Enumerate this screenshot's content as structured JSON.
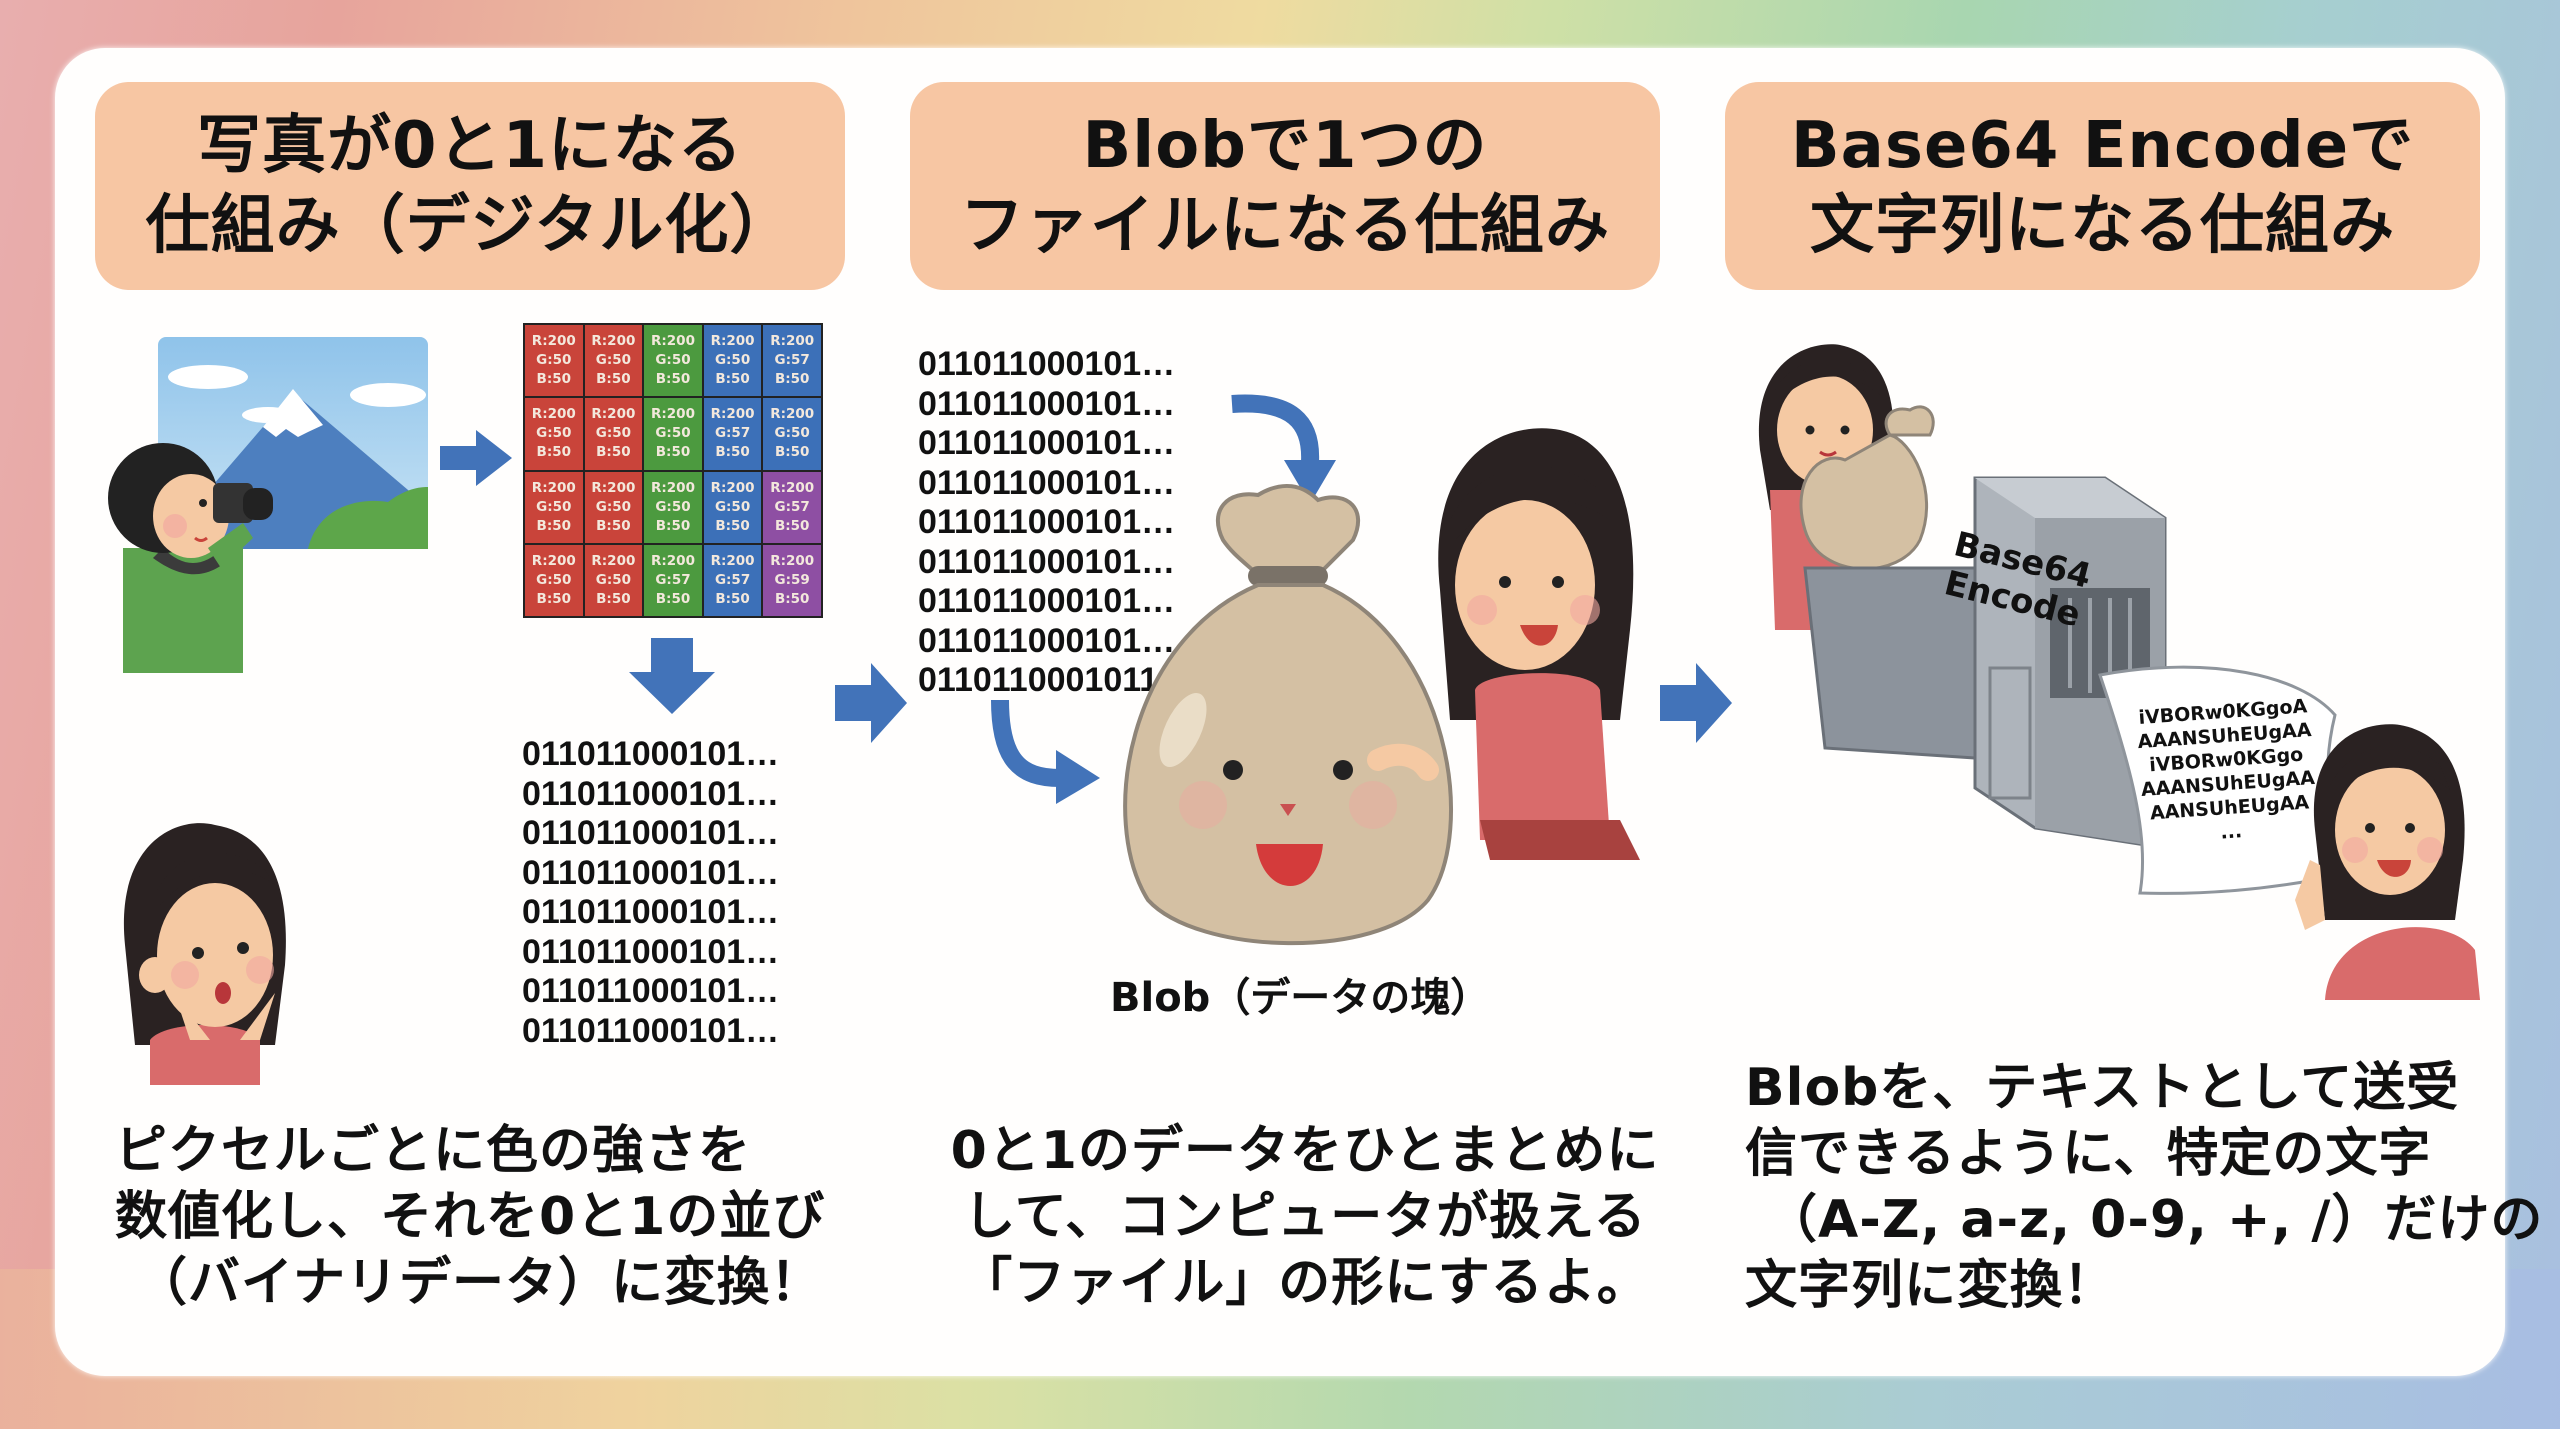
{
  "colors": {
    "header_bg": "#f7c6a3",
    "arrow_blue": "#4273b9",
    "card_bg": "#fffefd",
    "pixel_red": "#c9443a",
    "pixel_green": "#4c9a3f",
    "pixel_blue": "#3c70b8",
    "pixel_purple": "#8e4fa3"
  },
  "columns": [
    {
      "header_lines": [
        "写真が0と1になる",
        "仕組み（デジタル化）"
      ],
      "description_lines": [
        "ピクセルごとに色の強さを",
        "数値化し、それを0と1の並び",
        "（バイナリデータ）に変換！"
      ]
    },
    {
      "header_lines": [
        "Blobで1つの",
        "ファイルになる仕組み"
      ],
      "description_lines": [
        "0と1のデータをひとまとめに",
        "して、コンピュータが扱える",
        "「ファイル」の形にするよ。"
      ]
    },
    {
      "header_lines": [
        "Base64 Encodeで",
        "文字列になる仕組み"
      ],
      "description_lines": [
        "Blobを、テキストとして送受",
        "信できるように、特定の文字",
        "（A-Z, a-z, 0-9, +, /）だけの",
        "文字列に変換！"
      ]
    }
  ],
  "pixel_grid": {
    "rows": [
      [
        {
          "r": "R:200",
          "g": "G:50",
          "b": "B:50",
          "color": "red"
        },
        {
          "r": "R:200",
          "g": "G:50",
          "b": "B:50",
          "color": "red"
        },
        {
          "r": "R:200",
          "g": "G:50",
          "b": "B:50",
          "color": "green"
        },
        {
          "r": "R:200",
          "g": "G:50",
          "b": "B:50",
          "color": "blue"
        },
        {
          "r": "R:200",
          "g": "G:57",
          "b": "B:50",
          "color": "blue"
        }
      ],
      [
        {
          "r": "R:200",
          "g": "G:50",
          "b": "B:50",
          "color": "red"
        },
        {
          "r": "R:200",
          "g": "G:50",
          "b": "B:50",
          "color": "red"
        },
        {
          "r": "R:200",
          "g": "G:50",
          "b": "B:50",
          "color": "green"
        },
        {
          "r": "R:200",
          "g": "G:57",
          "b": "B:50",
          "color": "blue"
        },
        {
          "r": "R:200",
          "g": "G:50",
          "b": "B:50",
          "color": "blue"
        }
      ],
      [
        {
          "r": "R:200",
          "g": "G:50",
          "b": "B:50",
          "color": "red"
        },
        {
          "r": "R:200",
          "g": "G:50",
          "b": "B:50",
          "color": "red"
        },
        {
          "r": "R:200",
          "g": "G:50",
          "b": "B:50",
          "color": "green"
        },
        {
          "r": "R:200",
          "g": "G:50",
          "b": "B:50",
          "color": "blue"
        },
        {
          "r": "R:200",
          "g": "G:57",
          "b": "B:50",
          "color": "purple"
        }
      ],
      [
        {
          "r": "R:200",
          "g": "G:50",
          "b": "B:50",
          "color": "red"
        },
        {
          "r": "R:200",
          "g": "G:50",
          "b": "B:50",
          "color": "red"
        },
        {
          "r": "R:200",
          "g": "G:57",
          "b": "B:50",
          "color": "green"
        },
        {
          "r": "R:200",
          "g": "G:57",
          "b": "B:50",
          "color": "blue"
        },
        {
          "r": "R:200",
          "g": "G:59",
          "b": "B:50",
          "color": "purple"
        }
      ]
    ]
  },
  "binary_block_1": [
    "011011000101…",
    "011011000101…",
    "011011000101…",
    "011011000101…",
    "011011000101…",
    "011011000101…",
    "011011000101…",
    "011011000101…"
  ],
  "binary_block_2": [
    "011011000101…",
    "011011000101…",
    "011011000101…",
    "011011000101…",
    "011011000101…",
    "011011000101…",
    "011011000101…",
    "011011000101…",
    "0110110001011"
  ],
  "blob_label": "Blob（データの塊）",
  "machine_label_lines": [
    "Base64",
    "Encode"
  ],
  "encoded_output_lines": [
    "iVBORw0KGgoA",
    "AAANSUhEUgAA",
    "iVBORw0KGgo",
    "AAANSUhEUgAA",
    "AANSUhEUgAA",
    "..."
  ],
  "illustrations": {
    "photographer": "person-with-camera-icon",
    "mountain_photo": "mount-fuji-photo-icon",
    "surprised_girl": "surprised-girl-icon",
    "bag_character": "smiling-bag-icon",
    "girl_hugging_bag": "girl-hugging-bag-icon",
    "encoder_machine": "base64-machine-icon",
    "pointing_girl": "pointing-girl-icon"
  }
}
